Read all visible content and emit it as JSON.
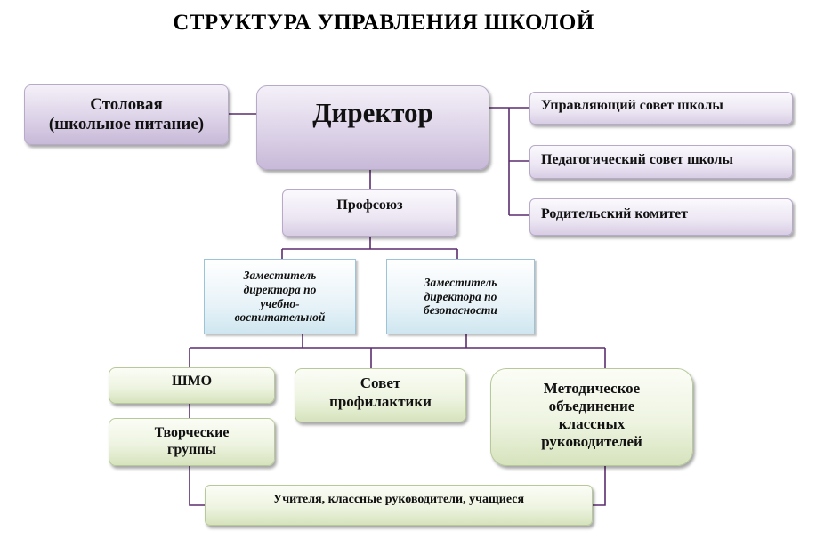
{
  "title": "СТРУКТУРА УПРАВЛЕНИЯ ШКОЛОЙ",
  "director": "Директор",
  "canteen": {
    "line1": "Столовая",
    "line2": "(школьное питание)"
  },
  "councils": [
    "Управляющий совет школы",
    "Педагогический совет школы",
    "Родительский комитет"
  ],
  "union": "Профсоюз",
  "deputies": [
    "Заместитель директора по учебно-воспитательной",
    "Заместитель директора по безопасности"
  ],
  "shmo": "ШМО",
  "creative_groups": "Творческие группы",
  "prevention_council": "Совет профилактики",
  "methodical_association": "Методическое объединение классных руководителей",
  "bottom": "Учителя, классные руководители, учащиеся",
  "colors": {
    "connector_line": "#5b2d6e",
    "purple_box": "#ddd3e8",
    "blue_box": "#e8f3f8",
    "green_box": "#eef4e1"
  }
}
